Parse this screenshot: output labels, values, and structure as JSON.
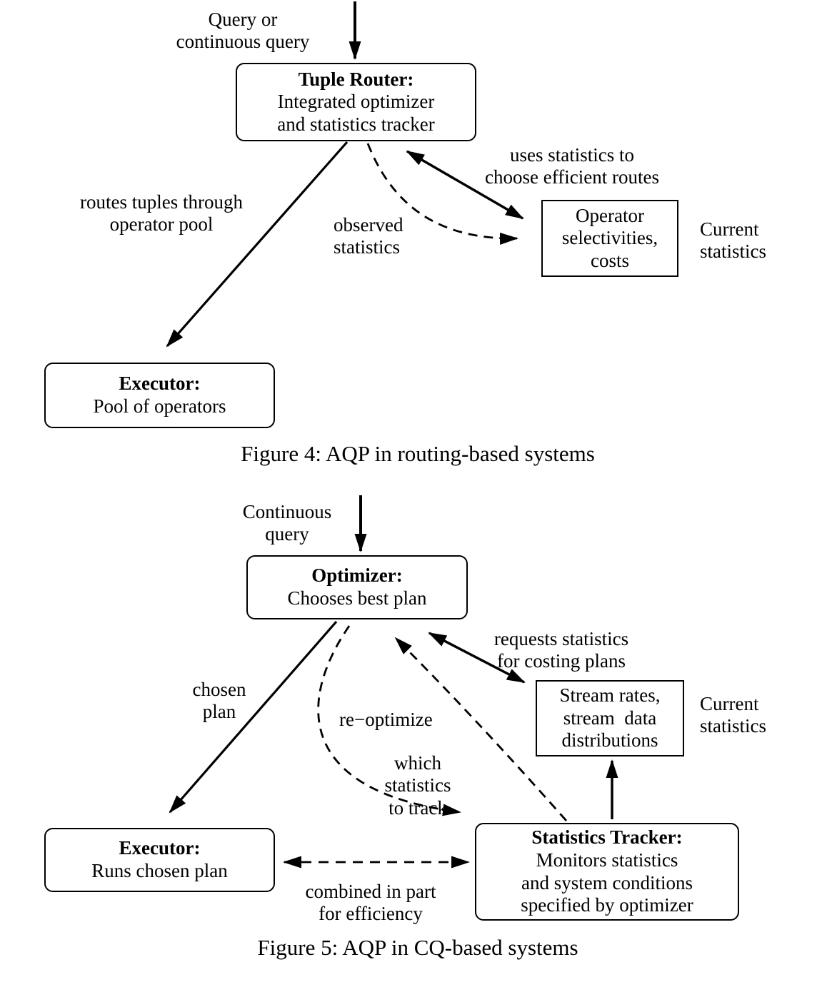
{
  "figure4": {
    "caption": "Figure 4: AQP in routing-based systems",
    "query_label": "Query or\ncontinuous query",
    "nodes": {
      "tuple_router_title": "Tuple Router:",
      "tuple_router_body": "Integrated optimizer\nand statistics tracker",
      "executor_title": "Executor:",
      "executor_body": "Pool of operators",
      "stats_box": "Operator\nselectivities,\ncosts"
    },
    "labels": {
      "uses_statistics": "uses statistics to\nchoose efficient routes",
      "routes_tuples": "routes tuples through\noperator pool",
      "observed_statistics": "observed\nstatistics",
      "current_statistics": "Current\nstatistics"
    }
  },
  "figure5": {
    "caption": "Figure 5: AQP in CQ-based systems",
    "query_label": "Continuous\nquery",
    "nodes": {
      "optimizer_title": "Optimizer:",
      "optimizer_body": "Chooses best plan",
      "executor_title": "Executor:",
      "executor_body": "Runs chosen plan",
      "stats_box": "Stream rates,\nstream  data\ndistributions",
      "tracker_title": "Statistics Tracker:",
      "tracker_body": "Monitors statistics\nand system conditions\nspecified by optimizer"
    },
    "labels": {
      "requests_statistics": "requests statistics\nfor costing plans",
      "chosen_plan": "chosen\nplan",
      "re_optimize": "re−optimize",
      "which_statistics": "which\nstatistics\nto track",
      "current_statistics": "Current\nstatistics",
      "combined": "combined in part\nfor efficiency"
    }
  }
}
